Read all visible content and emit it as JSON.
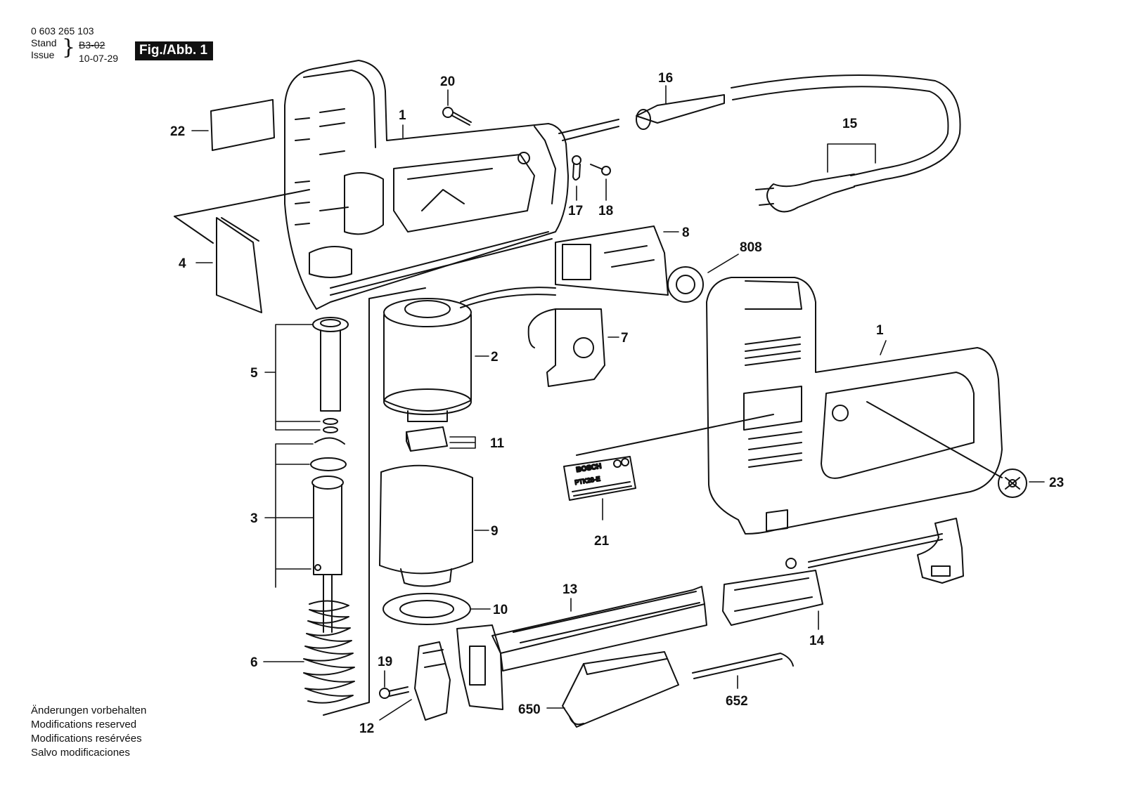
{
  "header": {
    "part_number": "0 603 265 103",
    "stand_label": "Stand",
    "issue_label": "Issue",
    "stand_value": "B3-02",
    "issue_value": "10-07-29",
    "figure_label": "Fig./Abb. 1"
  },
  "callouts": {
    "c1a": "1",
    "c1b": "1",
    "c2": "2",
    "c3": "3",
    "c4": "4",
    "c5": "5",
    "c6": "6",
    "c7": "7",
    "c8": "8",
    "c9": "9",
    "c10": "10",
    "c11": "11",
    "c12": "12",
    "c13": "13",
    "c14": "14",
    "c15": "15",
    "c16": "16",
    "c17": "17",
    "c18": "18",
    "c19": "19",
    "c20": "20",
    "c21": "21",
    "c22": "22",
    "c23": "23",
    "c650": "650",
    "c652": "652",
    "c808": "808"
  },
  "nameplate": {
    "brand": "BOSCH",
    "model": "PTK28-E"
  },
  "notes": [
    "Änderungen vorbehalten",
    "Modifications reserved",
    "Modifications resérvées",
    "Salvo modificaciones"
  ]
}
